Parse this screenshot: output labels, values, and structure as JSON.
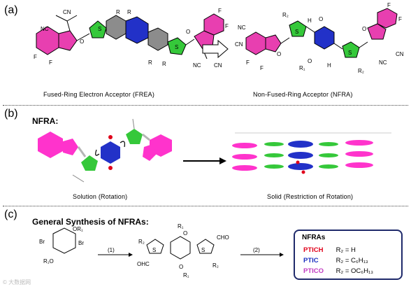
{
  "panels": {
    "a": {
      "label": "(a)",
      "left_caption": "Fused-Ring Electron Acceptor (FREA)",
      "right_caption": "Non-Fused-Ring Acceptor (NFRA)"
    },
    "b": {
      "label": "(b)",
      "heading": "NFRA:",
      "left_caption": "Solution (Rotation)",
      "right_caption": "Solid (Restriction of Rotation)"
    },
    "c": {
      "label": "(c)",
      "heading": "General Synthesis of NFRAs:",
      "step1": "(1)",
      "step2": "(2)",
      "box_title": "NFRAs",
      "compounds": [
        {
          "name": "PTICH",
          "color": "#e0001a",
          "formula": "R₂ = H"
        },
        {
          "name": "PTIC",
          "color": "#1a2fbf",
          "formula": "R₂ = C₆H₁₃"
        },
        {
          "name": "PTICO",
          "color": "#c13cc1",
          "formula": "R₂ = OC₆H₁₃"
        }
      ]
    }
  },
  "atoms": {
    "CN": "CN",
    "NC": "NC",
    "F": "F",
    "O": "O",
    "H": "H",
    "S": "S",
    "R": "R",
    "R1": "R₁",
    "R2": "R₂",
    "Br": "Br",
    "CHO": "CHO",
    "OHC": "OHC",
    "OR1": "OR₁",
    "R1O": "R₁O"
  },
  "watermark": "© 大数据网",
  "colors": {
    "pink": "#e83fb0",
    "green": "#35c83a",
    "blue": "#2231c8",
    "gray": "#8c8c8c",
    "magenta": "#ff33cc",
    "navy": "#1f2a6b"
  }
}
